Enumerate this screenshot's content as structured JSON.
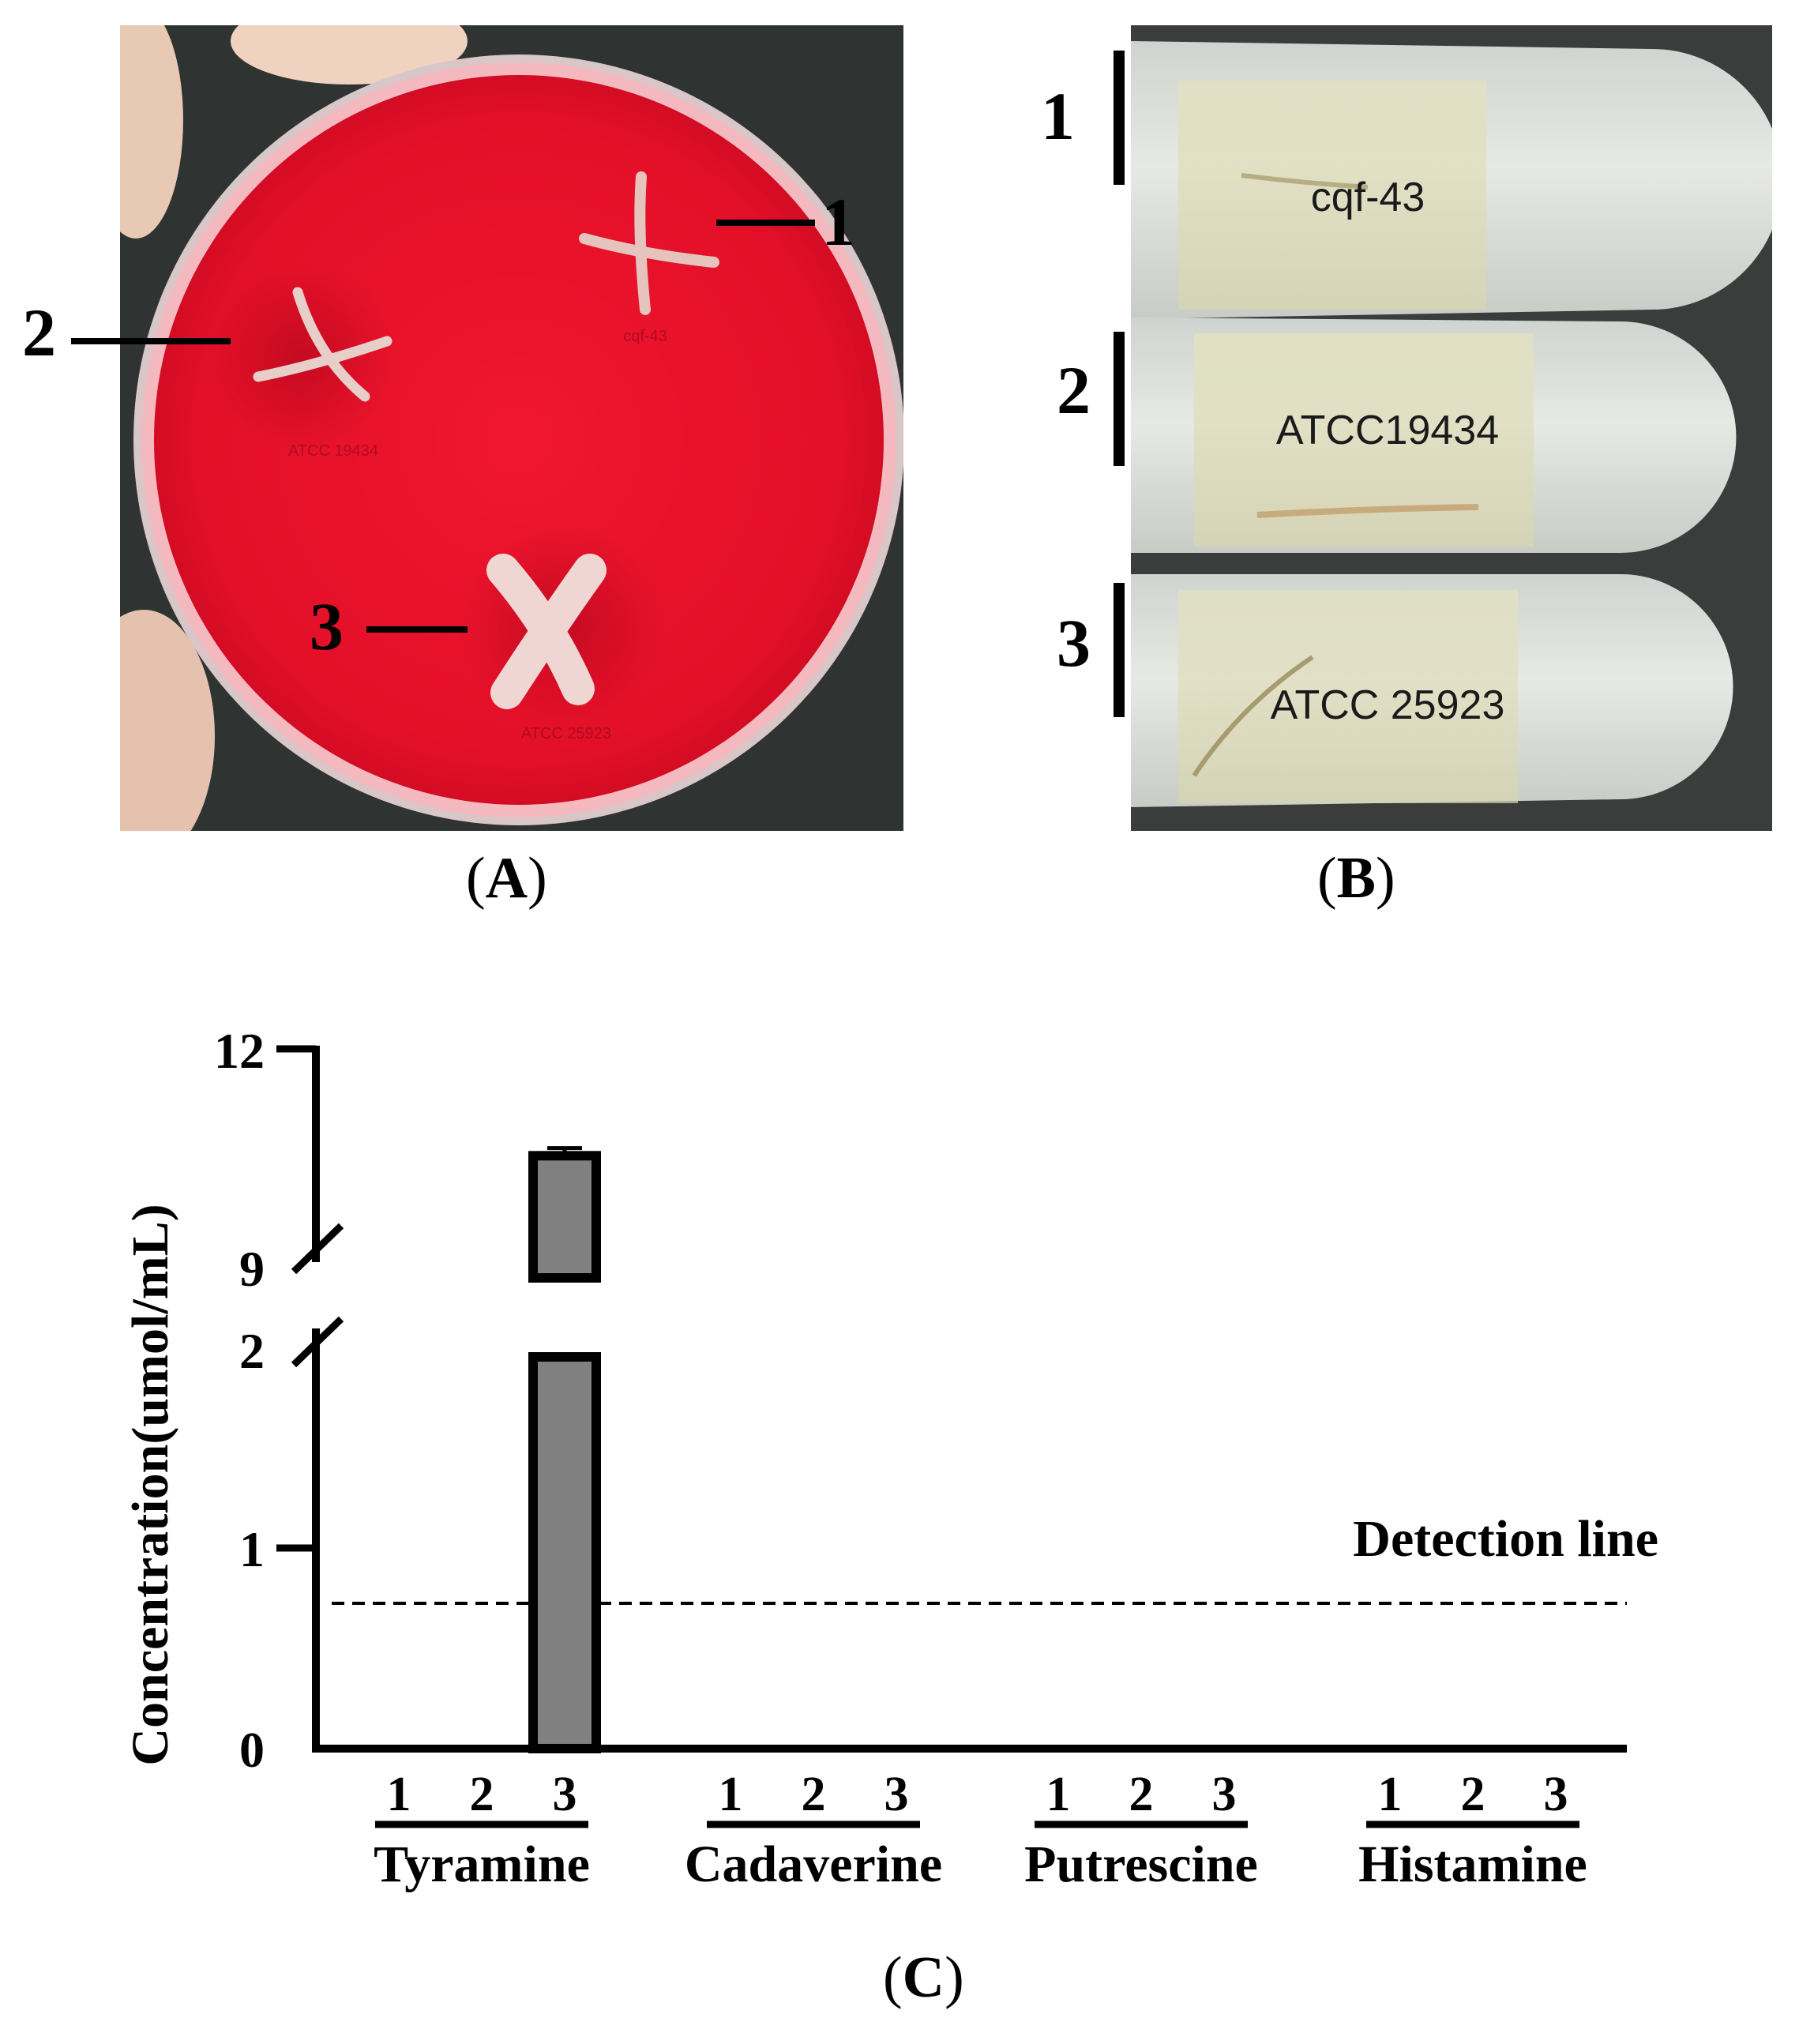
{
  "panel_a": {
    "caption_open": "(",
    "caption_letter": "A",
    "caption_close": ")",
    "markers": [
      "1",
      "2",
      "3"
    ],
    "strain_labels": [
      "cqf-43",
      "ATCC 19434",
      "ATCC 25923"
    ],
    "colors": {
      "agar": "#e8102b",
      "agar_dark": "#c20a22",
      "background": "#2f3331",
      "streak": "#e9c9c4"
    }
  },
  "panel_b": {
    "caption_open": "(",
    "caption_letter": "B",
    "caption_close": ")",
    "markers": [
      "1",
      "2",
      "3"
    ],
    "tube_labels": [
      "cqf-43",
      "ATCC19434",
      "ATCC 25923"
    ],
    "colors": {
      "background": "#3a3d3c",
      "tube": "#d9ddd8",
      "liquid": "#e7e6c9"
    }
  },
  "panel_c": {
    "caption_open": "(",
    "caption_letter": "C",
    "caption_close": ")",
    "detection_line_label": "Detection line",
    "colors": {
      "bar_fill": "#808080",
      "bar_edge": "#000000"
    }
  },
  "chart_data": {
    "type": "bar",
    "ylabel": "Concentration(umol/mL)",
    "xlabel": "",
    "y_ticks": [
      "0",
      "1",
      "2",
      "9",
      "12"
    ],
    "axis_break": [
      2,
      9
    ],
    "ylim": [
      0,
      12
    ],
    "detection_line": 0.74,
    "groups": [
      {
        "name": "Tyramine",
        "categories": [
          "1",
          "2",
          "3"
        ],
        "values": [
          0,
          0,
          10.6
        ],
        "error": [
          0,
          0,
          0.1
        ]
      },
      {
        "name": "Cadaverine",
        "categories": [
          "1",
          "2",
          "3"
        ],
        "values": [
          0,
          0,
          0
        ],
        "error": [
          0,
          0,
          0
        ]
      },
      {
        "name": "Putrescine",
        "categories": [
          "1",
          "2",
          "3"
        ],
        "values": [
          0,
          0,
          0
        ],
        "error": [
          0,
          0,
          0
        ]
      },
      {
        "name": "Histamine",
        "categories": [
          "1",
          "2",
          "3"
        ],
        "values": [
          0,
          0,
          0
        ],
        "error": [
          0,
          0,
          0
        ]
      }
    ]
  }
}
